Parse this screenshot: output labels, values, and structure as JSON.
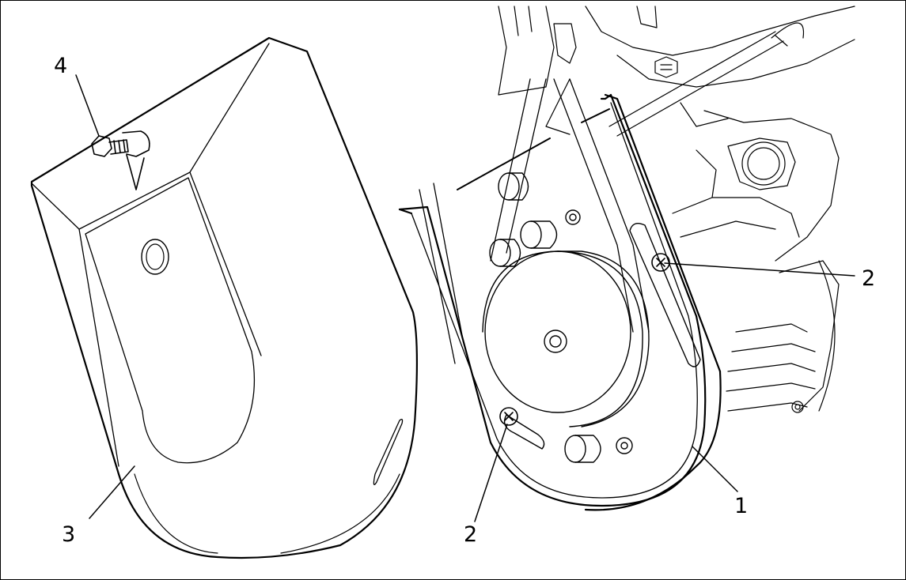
{
  "diagram": {
    "callouts": {
      "item1": "1",
      "item2_right": "2",
      "item2_bottom": "2",
      "item3": "3",
      "item4": "4"
    },
    "colors": {
      "line": "#000000",
      "background": "#ffffff"
    }
  }
}
